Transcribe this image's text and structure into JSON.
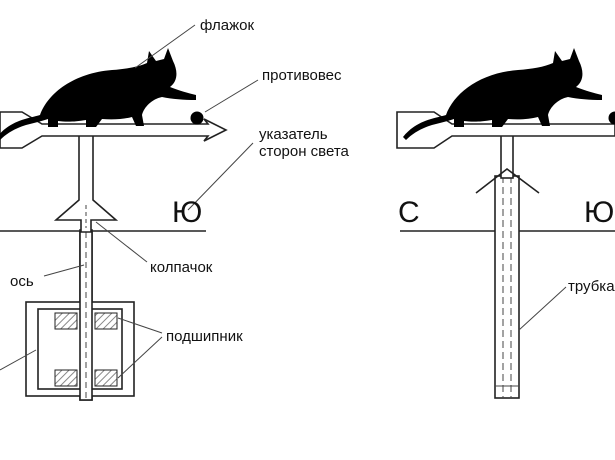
{
  "labels": {
    "flag": "флажок",
    "counterweight": "противовес",
    "pointer_line1": "указатель",
    "pointer_line2": "сторон света",
    "axis": "ось",
    "cap": "колпачок",
    "bearing": "подшипник",
    "tube": "трубка"
  },
  "directions": {
    "south": "Ю",
    "north": "С"
  },
  "colors": {
    "ink": "#111111",
    "cat": "#000000",
    "hatch": "#888888",
    "background": "#ffffff"
  },
  "icons": {
    "cat": "cat-silhouette-icon"
  }
}
